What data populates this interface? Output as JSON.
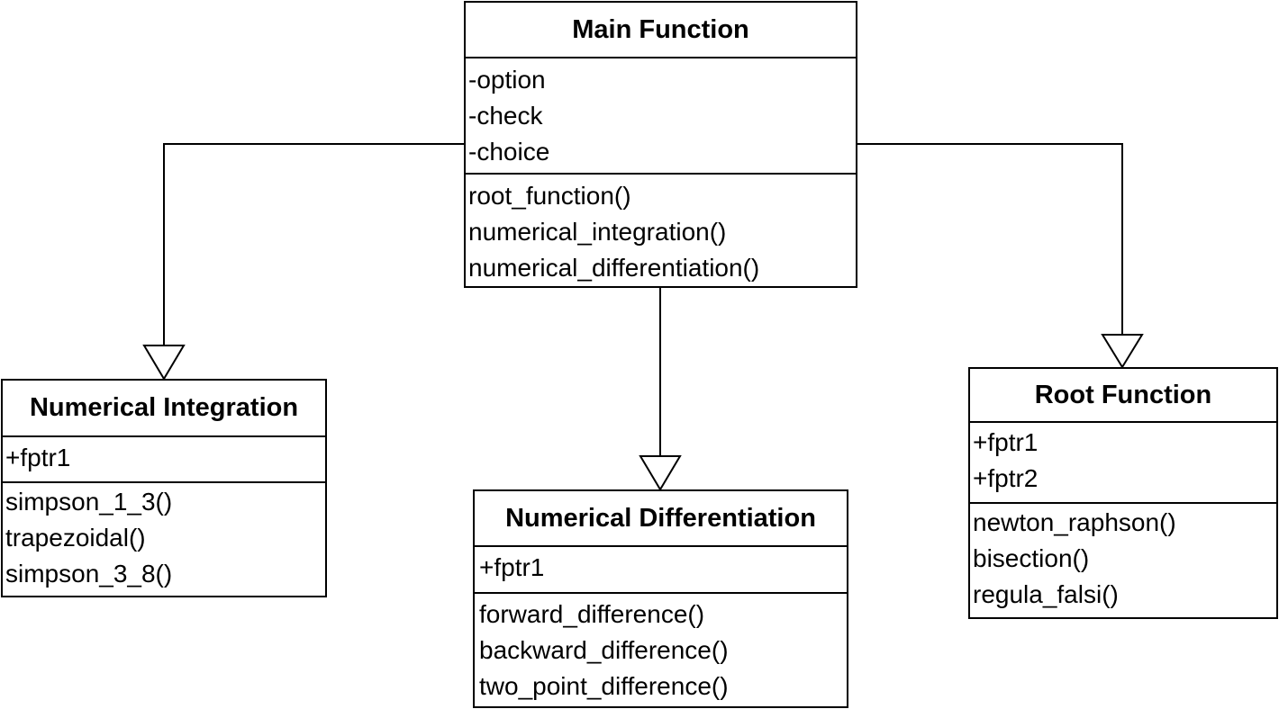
{
  "diagram": {
    "classes": {
      "main_function": {
        "name": "Main Function",
        "attributes": [
          "-option",
          "-check",
          "-choice"
        ],
        "methods": [
          "root_function()",
          "numerical_integration()",
          "numerical_differentiation()"
        ]
      },
      "numerical_integration": {
        "name": "Numerical Integration",
        "attributes": [
          "+fptr1"
        ],
        "methods": [
          "simpson_1_3()",
          "trapezoidal()",
          "simpson_3_8()"
        ]
      },
      "numerical_differentiation": {
        "name": "Numerical Differentiation",
        "attributes": [
          "+fptr1"
        ],
        "methods": [
          "forward_difference()",
          "backward_difference()",
          "two_point_difference()"
        ]
      },
      "root_function": {
        "name": "Root Function",
        "attributes": [
          "+fptr1",
          "+fptr2"
        ],
        "methods": [
          "newton_raphson()",
          "bisection()",
          "regula_falsi()"
        ]
      }
    },
    "relationships": [
      {
        "from": "Main Function",
        "to": "Numerical Integration",
        "type": "generalization"
      },
      {
        "from": "Main Function",
        "to": "Numerical Differentiation",
        "type": "generalization"
      },
      {
        "from": "Main Function",
        "to": "Root Function",
        "type": "generalization"
      }
    ],
    "colors": {
      "line": "#000000",
      "background": "#ffffff"
    }
  }
}
